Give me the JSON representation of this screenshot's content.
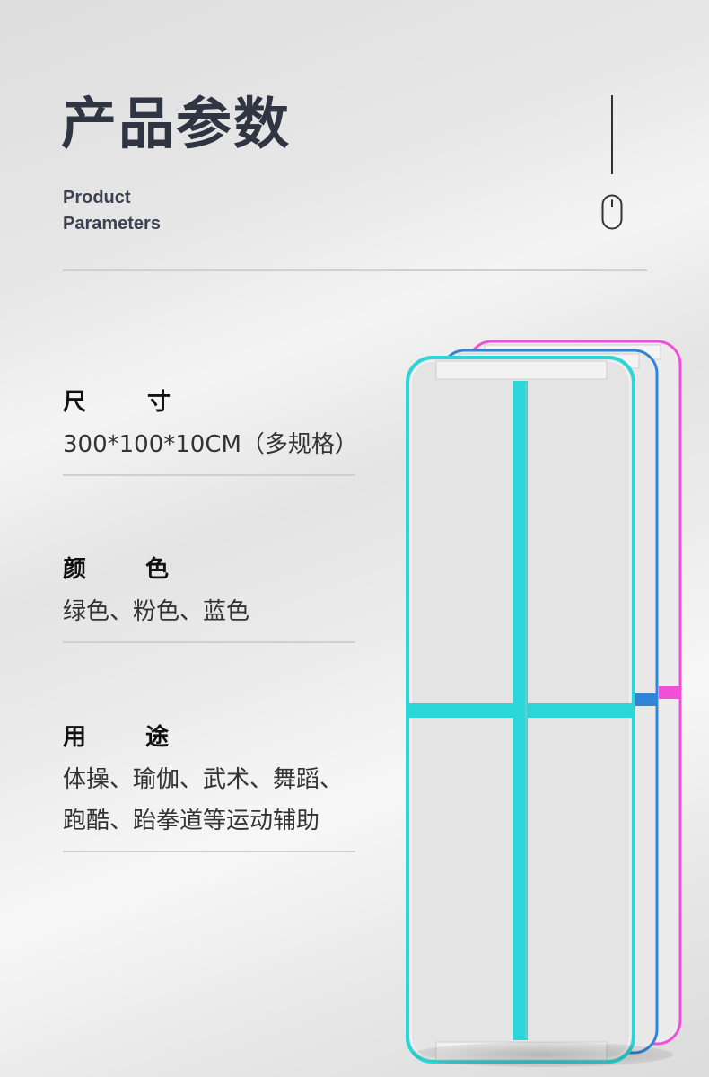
{
  "header": {
    "title": "产品参数",
    "subtitle_line1": "Product",
    "subtitle_line2": "Parameters"
  },
  "params": [
    {
      "label_a": "尺",
      "label_b": "寸",
      "lines": [
        "300*100*10CM（多规格）"
      ]
    },
    {
      "label_a": "颜",
      "label_b": "色",
      "lines": [
        "绿色、粉色、蓝色"
      ]
    },
    {
      "label_a": "用",
      "label_b": "途",
      "lines": [
        "体操、瑜伽、武术、舞蹈、",
        "跑酷、跆拳道等运动辅助"
      ]
    }
  ],
  "colors": {
    "title": "#2f3542",
    "mat_green": "#2ad6d8",
    "mat_blue": "#2f86d6",
    "mat_pink": "#f050d8",
    "mat_fill": "#ebebeb"
  },
  "icons": [
    "mouse-icon"
  ]
}
